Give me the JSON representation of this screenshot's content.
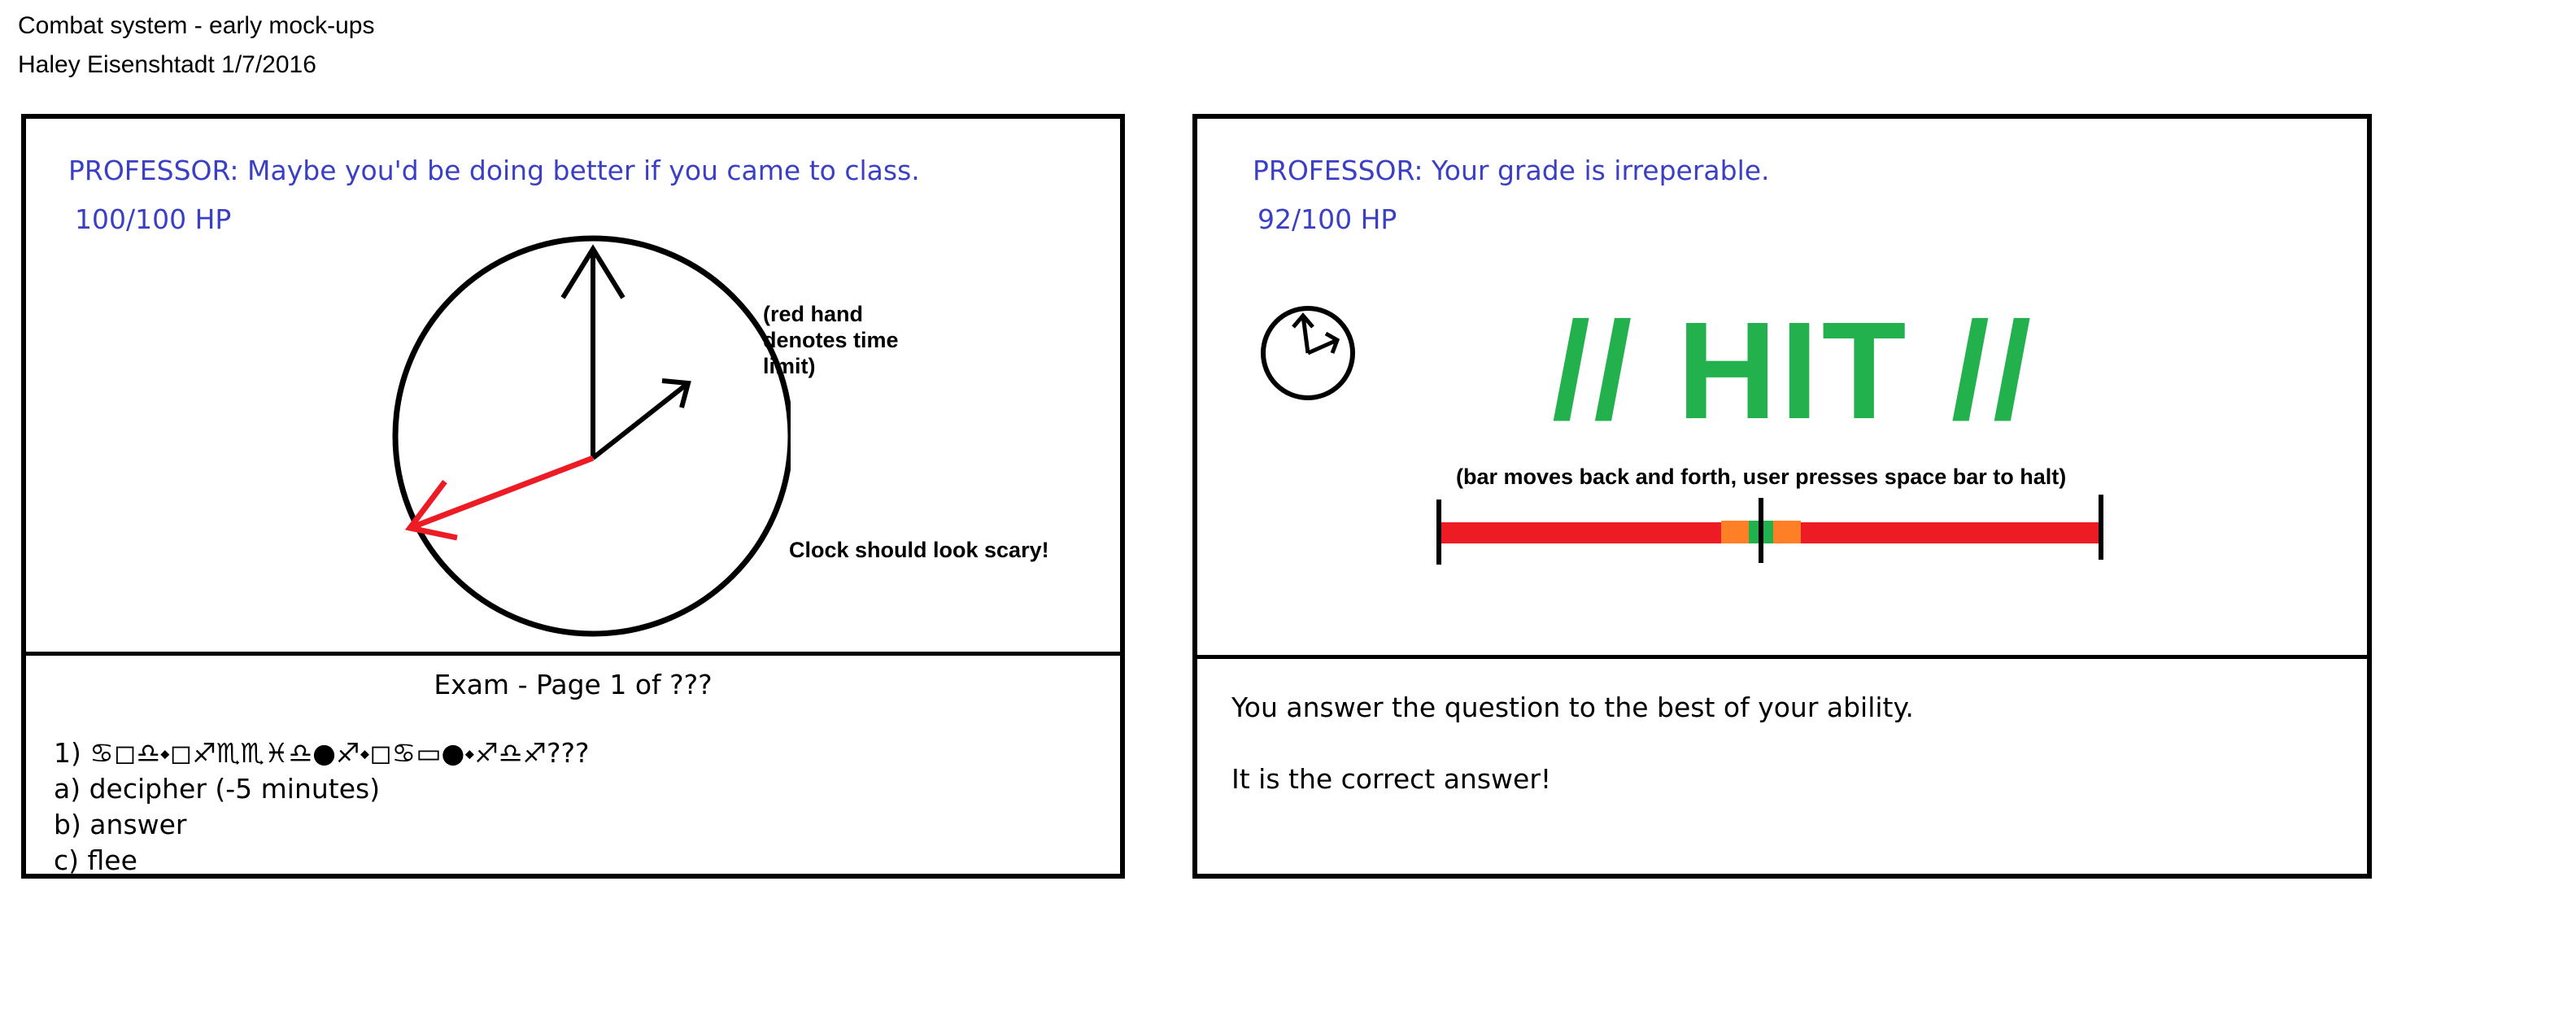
{
  "header": {
    "title": "Combat system - early mock-ups",
    "author_date": "Haley Eisenshtadt 1/7/2016"
  },
  "panel_left": {
    "dialogue": "PROFESSOR: Maybe you'd be doing better if you came to class.",
    "hp": "100/100 HP",
    "note_red_hand": "(red hand denotes time limit)",
    "note_scary": "Clock should look scary!",
    "exam_title": "Exam - Page 1 of ???",
    "question": "1) ♋◻♎⬩◻♐♏♏♓♎●♐⬩◻♋▭●⬩♐♎♐???",
    "options": [
      "a) decipher (-5 minutes)",
      "b) answer",
      "c) flee"
    ]
  },
  "panel_right": {
    "dialogue": "PROFESSOR: Your grade is irreperable.",
    "hp": "92/100 HP",
    "hit_label": "// HIT //",
    "note_bar": "(bar moves back and forth, user presses space bar to halt)",
    "result_line1": "You answer the question to the best of your ability.",
    "result_line2": "It is the correct answer!"
  },
  "colors": {
    "dialogue_blue": "#3a3fc4",
    "hit_green": "#22b14c",
    "bar_red": "#ed1c24",
    "bar_orange": "#ff7f27",
    "hand_red": "#ed1c24"
  },
  "icons": {
    "clock_large": "clock-icon",
    "clock_small": "clock-icon"
  }
}
